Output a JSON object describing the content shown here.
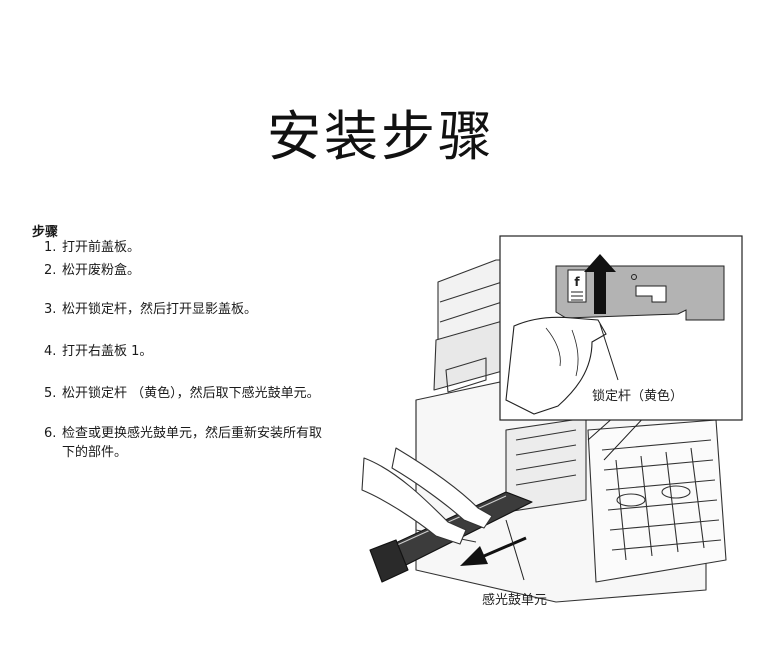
{
  "page": {
    "title": "安装步骤"
  },
  "procedure": {
    "heading": "步骤",
    "steps": [
      {
        "num": "1.",
        "text": "打开前盖板。"
      },
      {
        "num": "2.",
        "text": "松开废粉盒。"
      },
      {
        "num": "3.",
        "text": "松开锁定杆，然后打开显影盖板。"
      },
      {
        "num": "4.",
        "text": "打开右盖板 1。"
      },
      {
        "num": "5.",
        "text": "松开锁定杆 （黄色），然后取下感光鼓单元。"
      },
      {
        "num": "6.",
        "text": "检查或更换感光鼓单元，然后重新安装所有取下的部件。"
      }
    ]
  },
  "illustration": {
    "callout_label": "锁定杆（黄色）",
    "callout_icon_letter": "f",
    "drum_label": "感光鼓单元"
  }
}
